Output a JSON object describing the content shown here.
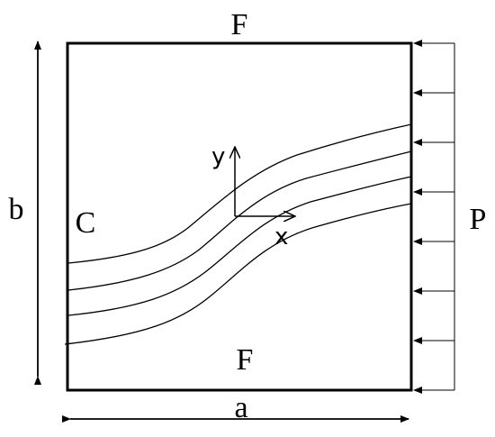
{
  "labels": {
    "top_edge": "F",
    "bottom_edge": "F",
    "left_edge": "C",
    "right_load": "P",
    "height": "b",
    "width": "a",
    "axis_x": "x",
    "axis_y": "y"
  },
  "load_arrow_count": 8,
  "fiber_line_count": 4,
  "colors": {
    "stroke": "#000000",
    "background": "#ffffff"
  }
}
